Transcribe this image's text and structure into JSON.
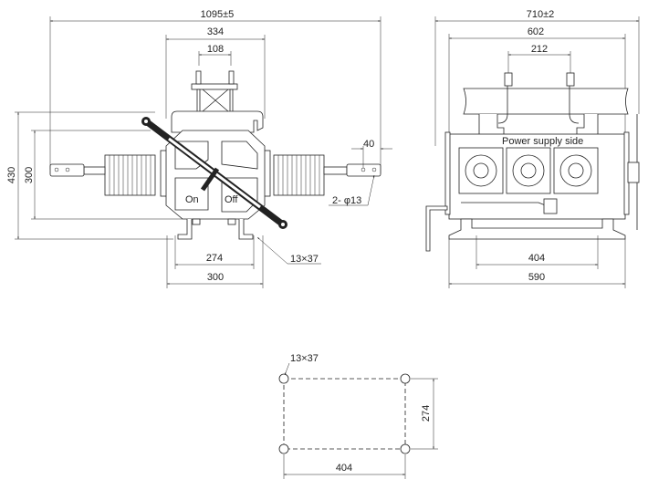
{
  "front_view": {
    "overall_width": "1095±5",
    "bracket_width": "334",
    "bolt_spacing": "108",
    "overall_height": "430",
    "terminal_height": "300",
    "foot_hole_spacing": "274",
    "foot_width": "300",
    "slot_size": "13×37",
    "terminal_offset": "40",
    "terminal_holes": "2- φ13",
    "on_label": "On",
    "off_label": "Off"
  },
  "side_view": {
    "overall_width": "710±2",
    "body_width": "602",
    "bolt_spacing": "212",
    "power_supply_label": "Power supply side",
    "base_hole_spacing": "404",
    "base_width": "590"
  },
  "mounting_plan": {
    "slot_size": "13×37",
    "hole_spacing_vertical": "274",
    "hole_spacing_horizontal": "404"
  }
}
